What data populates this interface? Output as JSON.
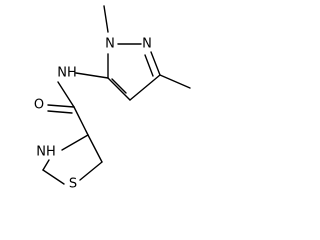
{
  "molecule": {
    "atom_labels": {
      "n1": "N",
      "n2": "N",
      "nh_amide": "NH",
      "o": "O",
      "nh_ring": "NH",
      "s": "S"
    }
  }
}
